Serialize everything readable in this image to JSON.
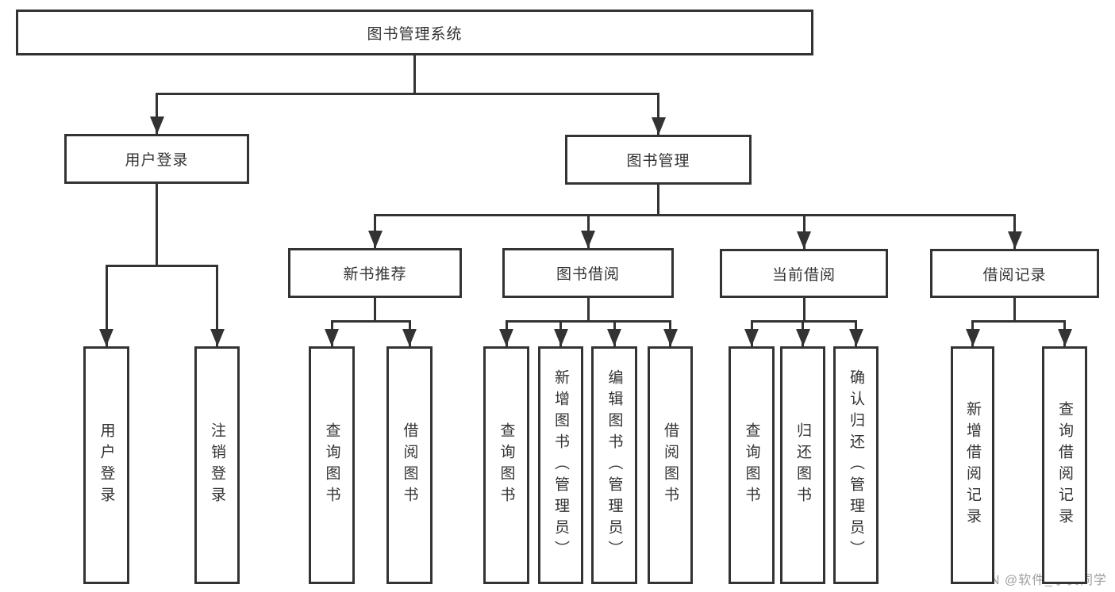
{
  "watermark": {
    "text": "CSDN @软件_小贺同学"
  },
  "colors": {
    "line": "#333333",
    "border": "#333333",
    "text": "#333333",
    "watermark": "#9e9e9e",
    "background": "#ffffff"
  },
  "diagram": {
    "nodes": [
      {
        "id": "root",
        "label": "图书管理系统",
        "text_direction": "horizontal"
      },
      {
        "id": "user-login",
        "label": "用户登录",
        "text_direction": "horizontal"
      },
      {
        "id": "book-mgmt",
        "label": "图书管理",
        "text_direction": "horizontal"
      },
      {
        "id": "new-books",
        "label": "新书推荐",
        "text_direction": "horizontal"
      },
      {
        "id": "book-borrow",
        "label": "图书借阅",
        "text_direction": "horizontal"
      },
      {
        "id": "current-borrow",
        "label": "当前借阅",
        "text_direction": "horizontal"
      },
      {
        "id": "borrow-records",
        "label": "借阅记录",
        "text_direction": "horizontal"
      },
      {
        "id": "leaf-user-login",
        "label": "用户登录",
        "text_direction": "vertical"
      },
      {
        "id": "leaf-logout",
        "label": "注销登录",
        "text_direction": "vertical"
      },
      {
        "id": "leaf-query-books-1",
        "label": "查询图书",
        "text_direction": "vertical"
      },
      {
        "id": "leaf-borrow-books-1",
        "label": "借阅图书",
        "text_direction": "vertical"
      },
      {
        "id": "leaf-query-books-2",
        "label": "查询图书",
        "text_direction": "vertical"
      },
      {
        "id": "leaf-add-book",
        "label": "新增图书（管理员）",
        "text_direction": "vertical"
      },
      {
        "id": "leaf-edit-book",
        "label": "编辑图书（管理员）",
        "text_direction": "vertical"
      },
      {
        "id": "leaf-borrow-books-2",
        "label": "借阅图书",
        "text_direction": "vertical"
      },
      {
        "id": "leaf-query-books-3",
        "label": "查询图书",
        "text_direction": "vertical"
      },
      {
        "id": "leaf-return-book",
        "label": "归还图书",
        "text_direction": "vertical"
      },
      {
        "id": "leaf-confirm-return",
        "label": "确认归还（管理员）",
        "text_direction": "vertical"
      },
      {
        "id": "leaf-add-record",
        "label": "新增借阅记录",
        "text_direction": "vertical"
      },
      {
        "id": "leaf-query-record",
        "label": "查询借阅记录",
        "text_direction": "vertical"
      }
    ],
    "hierarchy": [
      {
        "parent": "root",
        "children": [
          "user-login",
          "book-mgmt"
        ]
      },
      {
        "parent": "user-login",
        "children": [
          "leaf-user-login",
          "leaf-logout"
        ]
      },
      {
        "parent": "book-mgmt",
        "children": [
          "new-books",
          "book-borrow",
          "current-borrow",
          "borrow-records"
        ]
      },
      {
        "parent": "new-books",
        "children": [
          "leaf-query-books-1",
          "leaf-borrow-books-1"
        ]
      },
      {
        "parent": "book-borrow",
        "children": [
          "leaf-query-books-2",
          "leaf-add-book",
          "leaf-edit-book",
          "leaf-borrow-books-2"
        ]
      },
      {
        "parent": "current-borrow",
        "children": [
          "leaf-query-books-3",
          "leaf-return-book",
          "leaf-confirm-return"
        ]
      },
      {
        "parent": "borrow-records",
        "children": [
          "leaf-add-record",
          "leaf-query-record"
        ]
      }
    ]
  }
}
